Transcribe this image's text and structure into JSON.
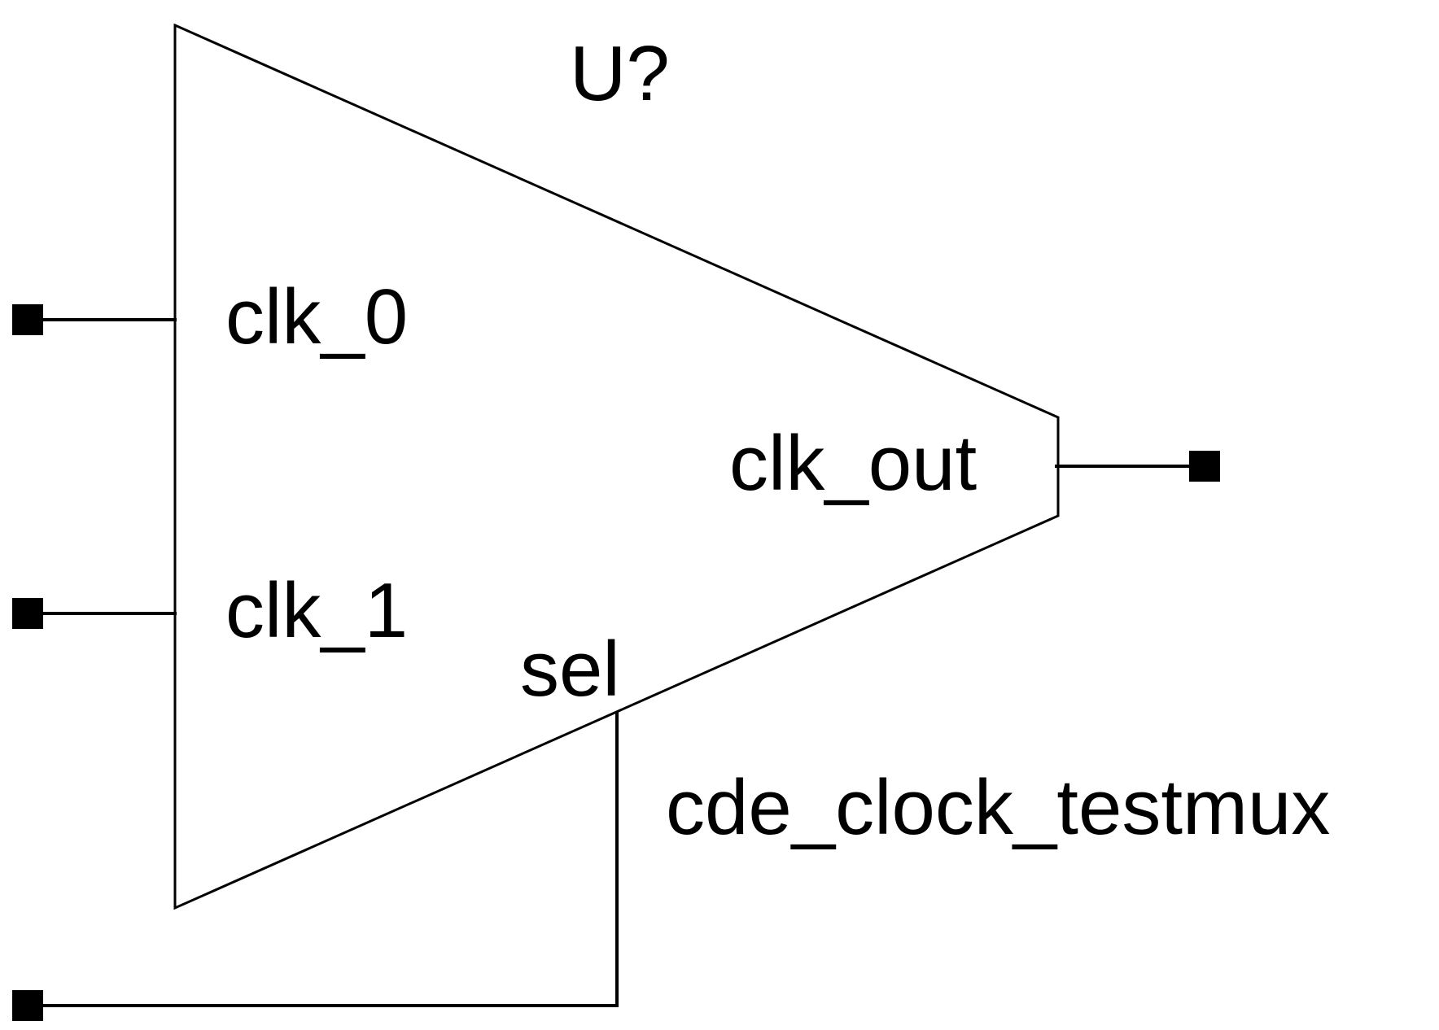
{
  "component": {
    "reference": "U?",
    "part_name": "cde_clock_testmux",
    "symbol": "mux-trapezoid"
  },
  "pins": {
    "clk_0": {
      "label": "clk_0",
      "direction": "input"
    },
    "clk_1": {
      "label": "clk_1",
      "direction": "input"
    },
    "sel": {
      "label": "sel",
      "direction": "input"
    },
    "clk_out": {
      "label": "clk_out",
      "direction": "output"
    }
  },
  "colors": {
    "stroke": "#000000",
    "background": "#ffffff"
  }
}
